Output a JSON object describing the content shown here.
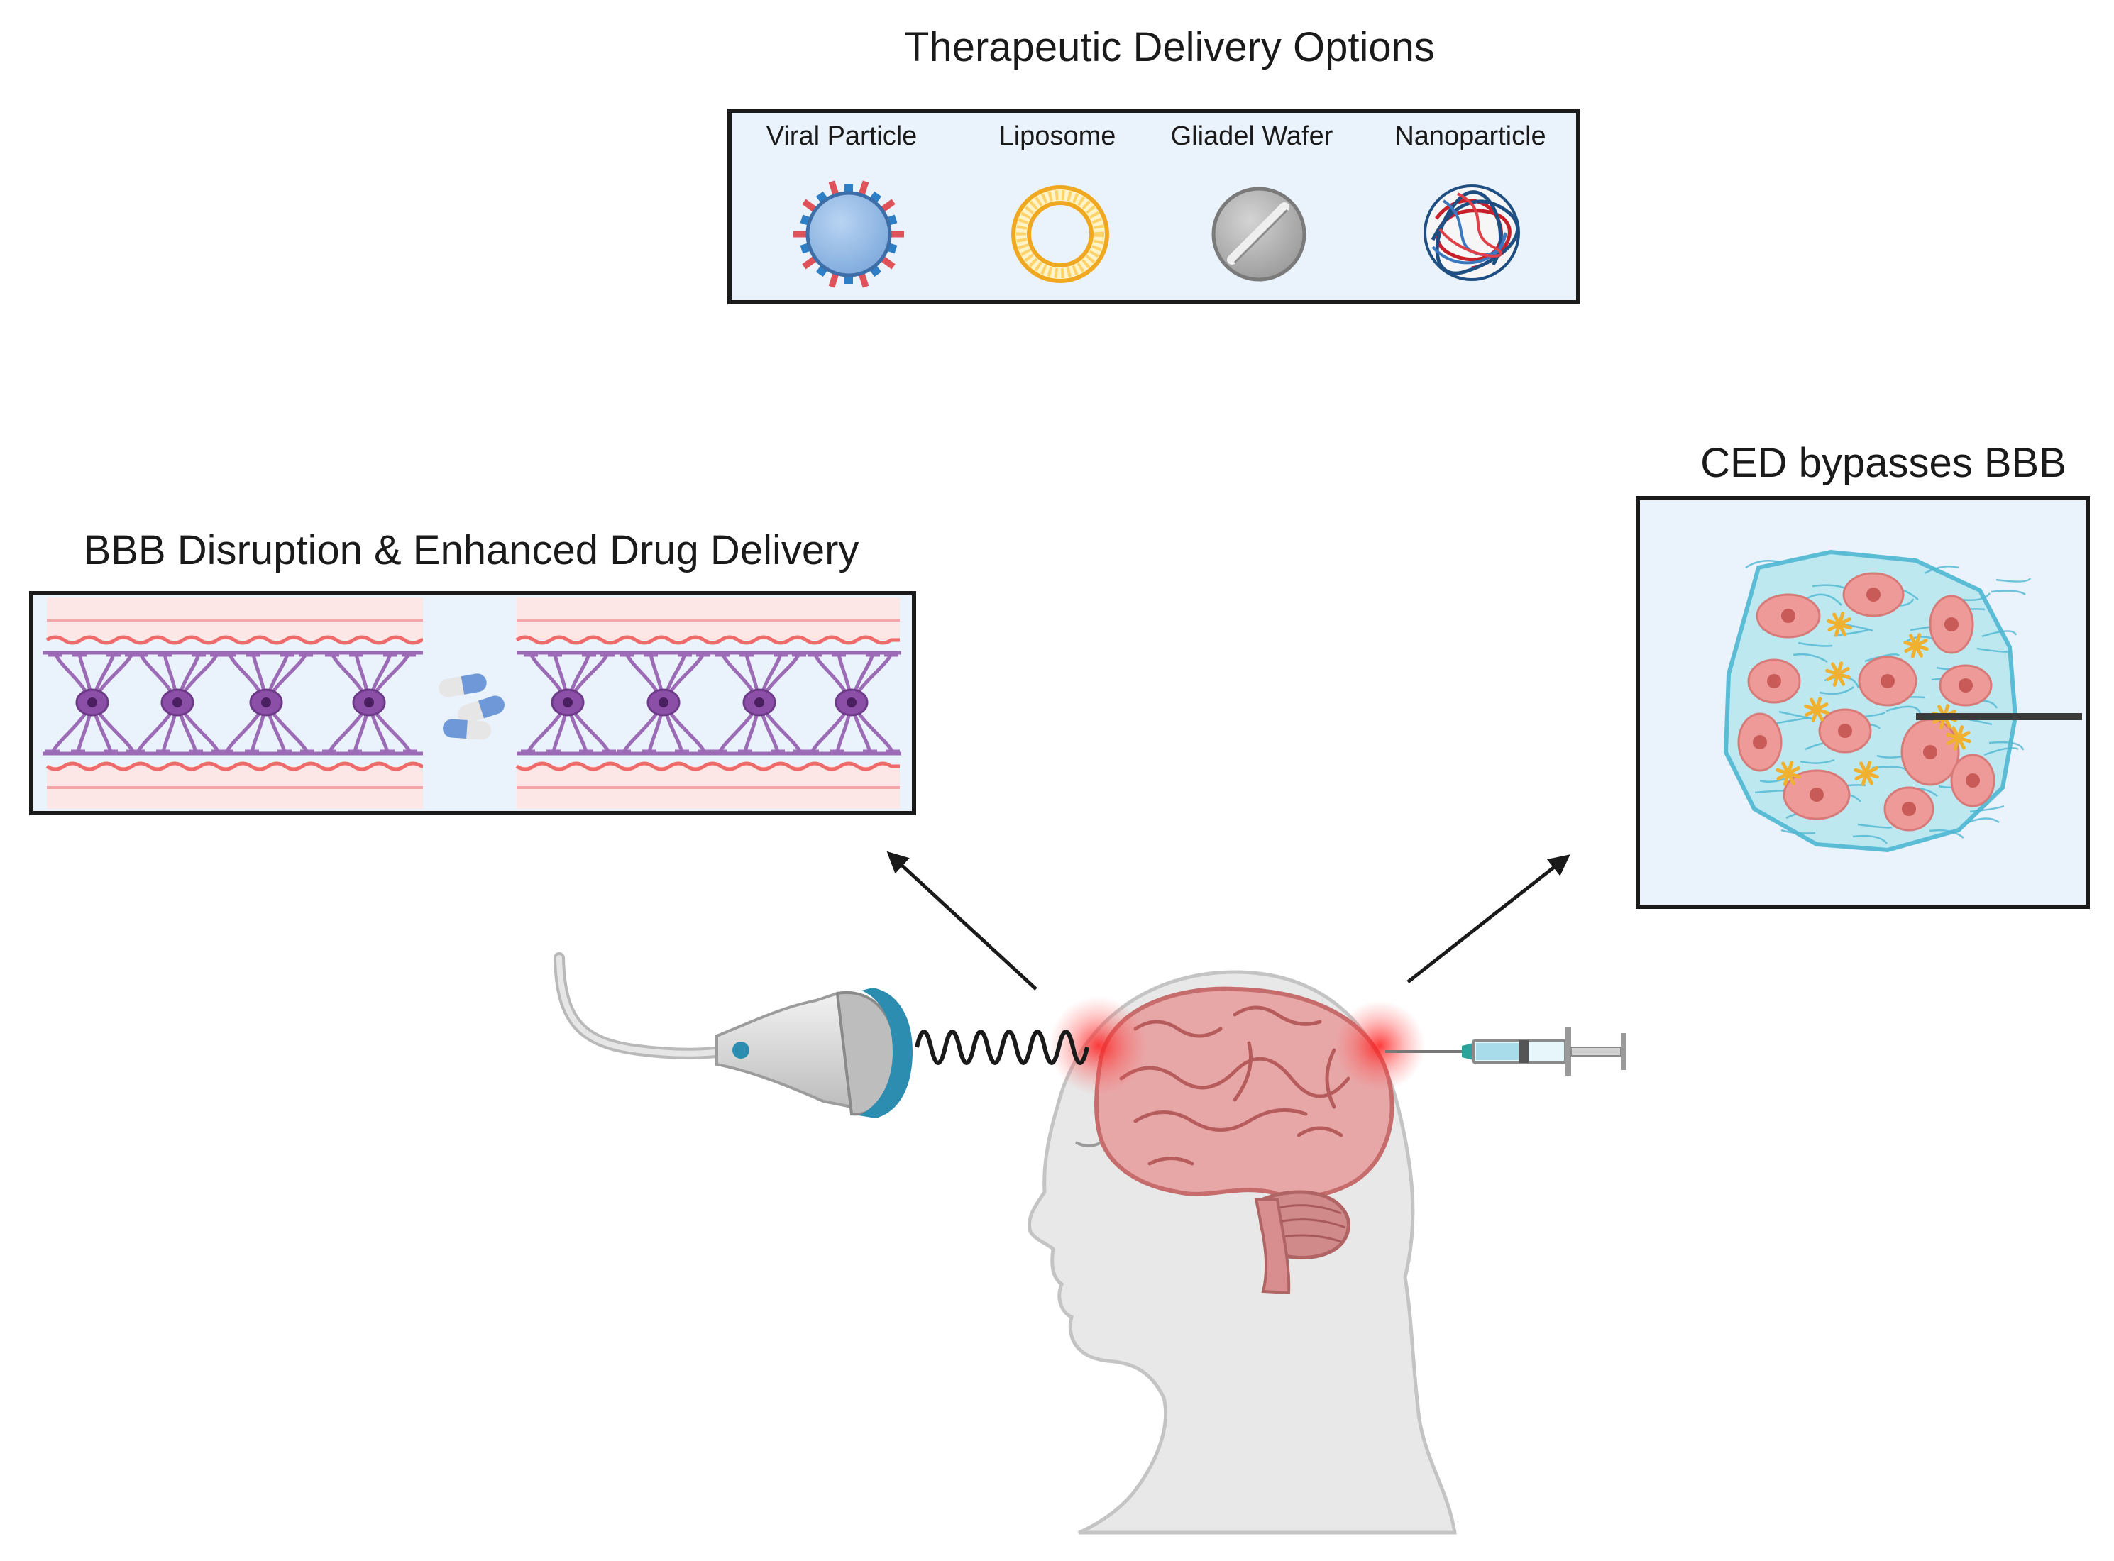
{
  "delivery_options": {
    "title": "Therapeutic Delivery Options",
    "items": [
      {
        "label": "Viral Particle",
        "icon": "viral-particle-icon"
      },
      {
        "label": "Liposome",
        "icon": "liposome-icon"
      },
      {
        "label": "Gliadel Wafer",
        "icon": "gliadel-wafer-icon"
      },
      {
        "label": "Nanoparticle",
        "icon": "nanoparticle-icon"
      }
    ],
    "panel_bg": "#eaf2fb"
  },
  "bbb_panel": {
    "title": "BBB Disruption & Enhanced Drug Delivery",
    "icons": [
      "blood-vessel-wall-icon",
      "astrocyte-icon",
      "drug-capsule-icon"
    ]
  },
  "ced_panel": {
    "title": "CED bypasses BBB",
    "icons": [
      "tumor-tissue-icon",
      "catheter-icon"
    ]
  },
  "center": {
    "icons": [
      "ultrasound-probe-icon",
      "ultrasound-wave-icon",
      "human-head-icon",
      "brain-icon",
      "syringe-icon"
    ]
  },
  "colors": {
    "border": "#1a1a1a",
    "vessel_pink": "#f4c6c6",
    "astrocyte_purple": "#9b6bb5",
    "tumor_cell": "#ee9a98",
    "glow_red": "#ff2a2a",
    "probe_teal": "#2d8db1"
  }
}
